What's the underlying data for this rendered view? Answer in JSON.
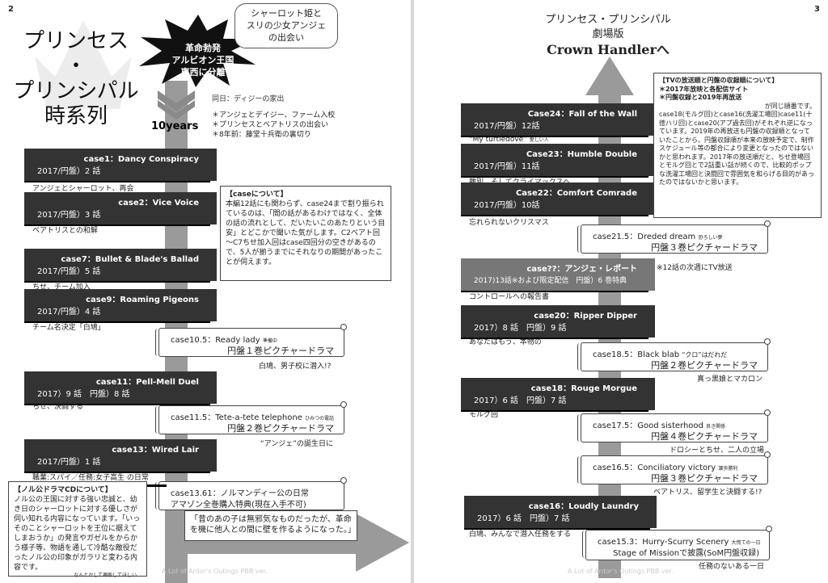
{
  "left": {
    "page_number": "2",
    "title_lines": [
      "プリンセス",
      "・",
      "プリンシパル",
      "時系列"
    ],
    "burst_lines": [
      "革命勃発",
      "アルビオン王国",
      "東西に分離"
    ],
    "bubble_lines": [
      "シャーロット姫と",
      "スリの少女アンジェ",
      "の出会い"
    ],
    "same_day": "同日：ディジーの家出",
    "ten_years": "10years",
    "events": [
      "＊アンジェとデイジー、ファーム入校",
      "＊プリンセスとベアトリスの出会い",
      "＊8年前：藤堂十兵衛の裏切り"
    ],
    "cases": [
      {
        "title": "case1：Dancy Conspiracy",
        "sub": "2017/円盤）2 話",
        "caption": "アンジェとシャーロット、再会"
      },
      {
        "title": "case2：Vice Voice",
        "sub": "2017/円盤）3 話",
        "caption": "ベアトリスとの和解"
      },
      {
        "title": "case7：Bullet & Blade's Ballad",
        "sub": "2017/円盤）5 話",
        "caption": "ちせ、チーム加入"
      },
      {
        "title": "case9：Roaming Pigeons",
        "sub": "2017/円盤）4 話",
        "caption": "チーム名決定「白鳩」"
      },
      {
        "title": "case11：Pell-Mell Duel",
        "sub": "2017）9 話　円盤）8 話",
        "caption": "ちせ、決闘する"
      },
      {
        "title": "case13：Wired Lair",
        "sub": "2017/円盤）1 話",
        "caption": "職業:スパイ／任務:女子高生 の日常"
      }
    ],
    "scrolls": [
      {
        "title": "case10.5：Ready lady",
        "tiny": "準備中",
        "sub": "円盤１巻ピクチャードラマ",
        "caption": "白鳩、男子校に潜入!?"
      },
      {
        "title": "case11.5：Tete-a-tete telephone",
        "tiny": "ひみつの電話",
        "sub": "円盤２巻ピクチャードラマ",
        "caption": "“アンジェ”の誕生日に"
      },
      {
        "title": "case13.61：ノルマンディー公の日常",
        "tiny": "",
        "sub": "アマゾン全巻購入特典(現在入手不可)",
        "caption": ""
      }
    ],
    "about_case": {
      "title": "【caseについて】",
      "body": "本編12話にも関わらず、case24まで割り振られているのは、「間の話があるわけではなく、全体の話の流れとして、だいたいこのあたりという目安」とどこかで聞いた気がします。C2ベアト回～C7ちせ加入回はcase四回分の空きがあるので、5人が揃うまでにそれなりの期間があったことが伺えます。"
    },
    "cd_note": {
      "title": "【ノル公ドラマCDについて】",
      "body": "ノル公の王国に対する強い忠誠と、幼き日のシャーロットに対する優しさが伺い知れる内容になっています。「いっそのことシャーロットを王位に据えてしまおうか」の発言やガゼルをからかう様子等、物語を通して冷酷な敵役だったノル公の印象がガラリと変わる内容です。",
      "tail": "なんとかして再販してほしい…"
    },
    "quote": "「昔のあの子は無邪気なものだったが、革命を機に他人との間に壁を作るようになった。」",
    "credit": "A Lot of Ardor's Outings PBB ver."
  },
  "right": {
    "page_number": "3",
    "title_line1": "プリンセス・プリンシパル",
    "title_line2": "劇場版",
    "title_line3": "Crown Handlerへ",
    "cases": [
      {
        "title": "Case24：Fall of the Wall",
        "sub": "2017/円盤）12話",
        "caption": "“My turtledove”",
        "tiny": "愛しい人"
      },
      {
        "title": "Case23：Humble Double",
        "sub": "2017/円盤）11話",
        "caption": "離別、そしてクライマックスへ",
        "tiny": ""
      },
      {
        "title": "Case22：Comfort Comrade",
        "sub": "2017/円盤）10話",
        "caption": "忘れられないクリスマス",
        "tiny": ""
      },
      {
        "title": "case20：Ripper Dipper",
        "sub": "2017）8 話　円盤）9 話",
        "caption": "あなたはもう、本物の",
        "tiny": ""
      },
      {
        "title": "case18：Rouge Morgue",
        "sub": "2017）6 話　円盤）7 話",
        "caption": "モルグ回",
        "tiny": ""
      },
      {
        "title": "case16：Loudly Laundry",
        "sub": "2017）6 話　円盤）7 話",
        "caption": "白鳩、みんなで潜入任務をする",
        "tiny": ""
      }
    ],
    "report_case": {
      "title": "case??：アンジェ・レポート",
      "sub": "2017)13話※および限定配信　円盤）6 巻特典",
      "caption": "コントロールへの報告書",
      "side": "※12話の次週にTV放送"
    },
    "scrolls": [
      {
        "title": "case21.5：Dreded dream",
        "tiny": "恐ろしい夢",
        "sub": "円盤３巻ピクチャードラマ",
        "caption": ""
      },
      {
        "title": "case18.5：Black blab",
        "tiny": "“クロ”はだれだ",
        "sub": "円盤２巻ピクチャードラマ",
        "caption": "真っ黒娘とマカロン"
      },
      {
        "title": "case17.5：Good sisterhood",
        "tiny": "良き関係",
        "sub": "円盤４巻ピクチャードラマ",
        "caption": "ドロシーとちせ、二人の立場"
      },
      {
        "title": "case16.5：Conciliatory victory",
        "tiny": "譲歩勝利",
        "sub": "円盤３巻ピクチャードラマ",
        "caption": "ベアトリス、留学生と決闘する!?"
      },
      {
        "title": "case15.3：Hurry-Scurry Scenery",
        "tiny": "大慌ての一日",
        "sub": "Stage of Missionで披露(SoM円盤収録)",
        "caption": "任務のないある一日"
      }
    ],
    "tv_note": {
      "title": "【TVの放送順と円盤の収録順について】",
      "lines": [
        "＊2017年放映と各配信サイト",
        "＊円盤収録と2019年再放送",
        "が同じ順番です。"
      ],
      "body": "case18(モルグ回)とcase16(洗濯工場回)case11(十徳ハリ回)とcase20(アプ過去回)がそれぞれ逆になっています。2019年の再放送も円盤の収録順となっていたことから、円盤収録順が本来の放映予定で、制作スケジュール等の都合により変更となったのではないかと思われます。2017年の放送順だと、ちせ登場回とモルグ回とで2話重い話が続くので、比較的ポップな洗濯工場回と決闘回で雰囲気を和らげる目的があったのではないかと思います。"
    },
    "credit": "A Lot of Ardor's Outings PBB ver."
  }
}
